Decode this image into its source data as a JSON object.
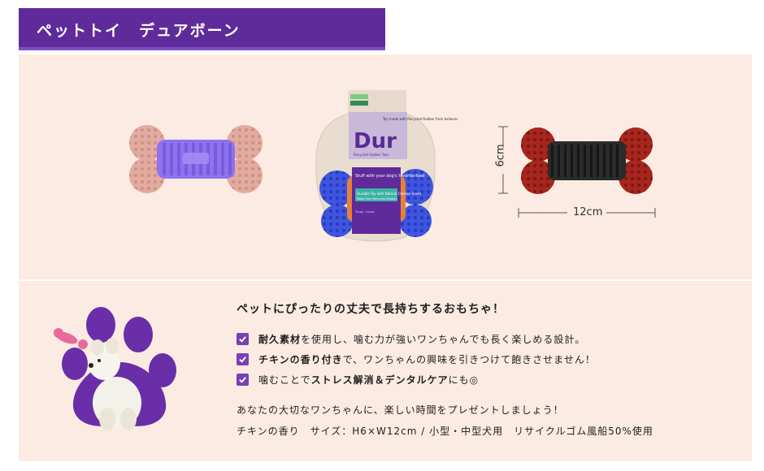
{
  "header": {
    "title": "ペットトイ　デュアボーン"
  },
  "products": {
    "pink_purple_bone": {
      "icon": "bone-toy-pink-purple"
    },
    "package": {
      "brand": "Dur",
      "brand_subtitle": "Recycled Rubber Toys",
      "tag": "Tough, chewy",
      "top_note": "Toy made with Recycled Rubber from balloons",
      "stuff_text": "Stuff with your dog's favorite food",
      "green_label": "Durable Toy with Natural Chicken Scent",
      "green_sublabel": "Made from Recycled Rubber"
    },
    "red_black_bone": {
      "icon": "bone-toy-red-black",
      "height_label": "6cm",
      "width_label": "12cm"
    }
  },
  "info": {
    "title": "ペットにぴったりの丈夫で長持ちするおもちゃ！",
    "features": [
      {
        "pre": "",
        "bold": "耐久素材",
        "post": "を使用し、噛む力が強いワンちゃんでも長く楽しめる設計。"
      },
      {
        "pre": "",
        "bold": "チキンの香り付き",
        "post": "で、ワンちゃんの興味を引きつけて飽きさせません！"
      },
      {
        "pre": "噛むことで",
        "bold": "ストレス解消＆デンタルケア",
        "post": "にも◎"
      }
    ],
    "message": "あなたの大切なワンちゃんに、楽しい時間をプレゼントしましょう！",
    "spec": "チキンの香り　サイズ：H6×W12cm / 小型・中型犬用　リサイクルゴム風船50%使用"
  },
  "colors": {
    "header_bg": "#5f2a9a",
    "panel_bg": "#fbebe2",
    "check_bg": "#7a3fb6",
    "paw": "#6a2ea8"
  }
}
